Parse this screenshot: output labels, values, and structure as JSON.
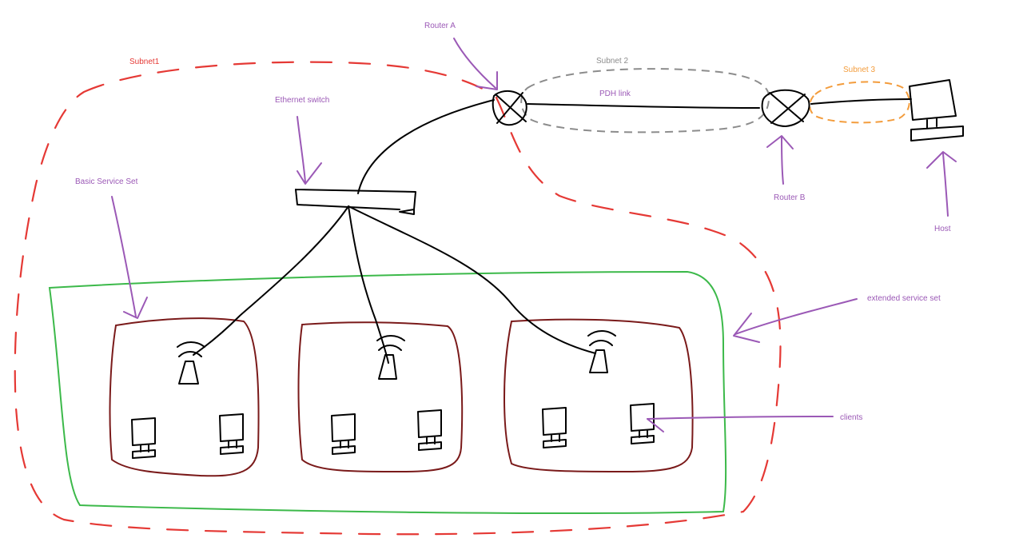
{
  "colors": {
    "subnet1": "#e53935",
    "subnet2": "#8c8c8c",
    "subnet3": "#f39c3c",
    "ess": "#3cb94a",
    "bss": "#7a1a1a",
    "annotation": "#9b59b6",
    "wire": "#000000"
  },
  "labels": {
    "subnet1": "Subnet1",
    "subnet2": "Subnet 2",
    "subnet3": "Subnet 3",
    "router_a": "Router A",
    "router_b": "Router B",
    "pdh_link": "PDH link",
    "ethernet_switch": "Ethernet switch",
    "basic_service_set": "Basic Service Set",
    "extended_service_set": "extended service set",
    "clients": "clients",
    "host": "Host"
  },
  "icons": {
    "router": "router-icon",
    "switch": "switch-icon",
    "access_point": "access-point-icon",
    "client": "client-computer-icon",
    "host": "host-computer-icon",
    "arrow": "arrow-icon"
  }
}
